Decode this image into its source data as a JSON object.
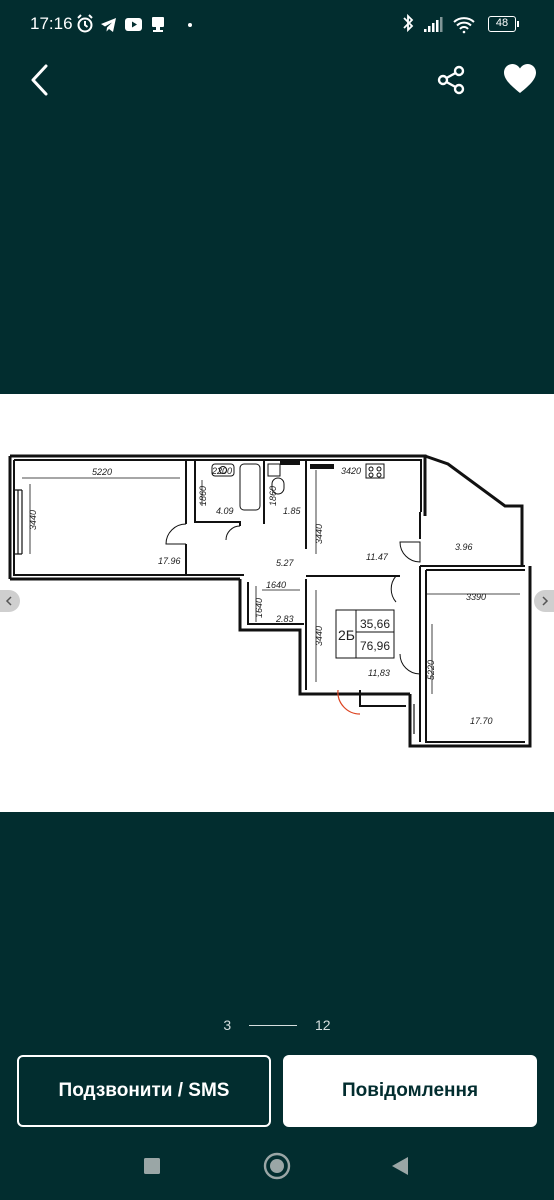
{
  "status_bar": {
    "time": "17:16",
    "battery": "48",
    "icons": [
      "alarm-icon",
      "telegram-icon",
      "youtube-icon",
      "cast-icon",
      "dot-icon",
      "bluetooth-icon",
      "signal-icon",
      "wifi-icon",
      "battery-icon"
    ]
  },
  "top_bar": {
    "icons": [
      "back-arrow-icon",
      "share-icon",
      "heart-icon"
    ]
  },
  "floor_plan": {
    "dimensions": [
      "5220",
      "3440",
      "2200",
      "1860",
      "1860",
      "3420",
      "3440",
      "1640",
      "1640",
      "3440",
      "3390",
      "5220"
    ],
    "areas": [
      "17.96",
      "4.09",
      "1.85",
      "5.27",
      "11.47",
      "3.96",
      "2.83",
      "11,83",
      "17.70"
    ],
    "apartment_label": "2Б",
    "total_areas": [
      "35,66",
      "76,96"
    ]
  },
  "gallery": {
    "current": "3",
    "total": "12"
  },
  "actions": {
    "call_label": "Подзвонити / SMS",
    "message_label": "Повідомлення"
  },
  "navigation": {
    "icons": [
      "recent-apps-icon",
      "home-icon",
      "back-icon"
    ]
  }
}
